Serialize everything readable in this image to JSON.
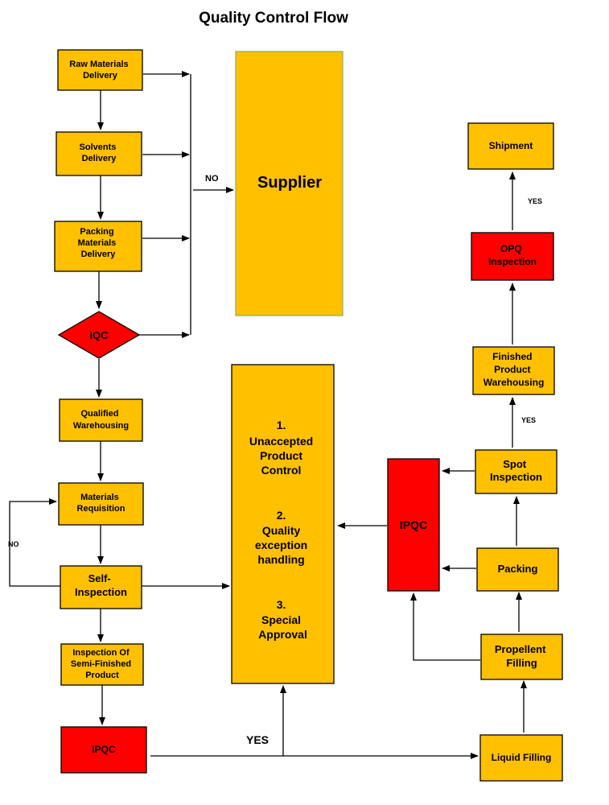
{
  "title": "Quality Control Flow",
  "colors": {
    "orange": "#FFC000",
    "red": "#FF0000",
    "supplier_border": "#8DB360"
  },
  "nodes": {
    "raw_materials": [
      "Raw Materials",
      "Delivery"
    ],
    "solvents": [
      "Solvents",
      "Delivery"
    ],
    "packing_materials": [
      "Packing",
      "Materials",
      "Delivery"
    ],
    "iqc": [
      "IQC"
    ],
    "supplier": [
      "Supplier"
    ],
    "qualified_warehousing": [
      "Qualified",
      "Warehousing"
    ],
    "materials_requisition": [
      "Materials",
      "Requisition"
    ],
    "self_inspection": [
      "Self-",
      "Inspection"
    ],
    "inspection_semi": [
      "Inspection Of",
      "Semi-Finished",
      "Product"
    ],
    "ipqc_bottom": [
      "IPQC"
    ],
    "control_box": [
      "1.",
      "Unaccepted",
      "Product",
      "Control",
      "2.",
      "Quality",
      "exception",
      "handling",
      "3.",
      "Special",
      "Approval"
    ],
    "ipqc_right": [
      "IPQC"
    ],
    "shipment": [
      "Shipment"
    ],
    "opq": [
      "OPQ",
      "Inspection"
    ],
    "finished_warehousing": [
      "Finished",
      "Product",
      "Warehousing"
    ],
    "spot_inspection": [
      "Spot",
      "Inspection"
    ],
    "packing": [
      "Packing"
    ],
    "propellent": [
      "Propellent",
      "Filling"
    ],
    "liquid_filling": [
      "Liquid Filling"
    ]
  },
  "edge_labels": {
    "no_supplier": "NO",
    "no_self": "NO",
    "yes_bottom": "YES",
    "yes_shipment": "YES",
    "yes_finished": "YES"
  }
}
